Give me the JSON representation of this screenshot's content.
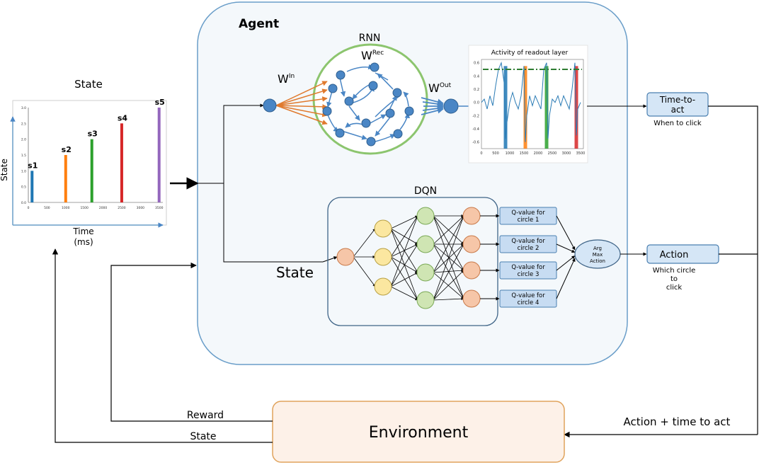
{
  "agent": {
    "title": "Agent"
  },
  "state_panel": {
    "title": "State",
    "ylabel": "State",
    "xlabel_line1": "Time",
    "xlabel_line2": "(ms)",
    "bars": [
      {
        "label": "s1",
        "color": "#1f77b4"
      },
      {
        "label": "s2",
        "color": "#ff7f0e"
      },
      {
        "label": "s3",
        "color": "#2ca02c"
      },
      {
        "label": "s4",
        "color": "#d62728"
      },
      {
        "label": "s5",
        "color": "#9467bd"
      }
    ]
  },
  "rnn": {
    "title": "RNN",
    "w_in": "W",
    "w_in_sup": "In",
    "w_rec": "W",
    "w_rec_sup": "Rec",
    "w_out": "W",
    "w_out_sup": "Out"
  },
  "readout": {
    "title": "Activity of readout layer"
  },
  "dqn": {
    "title": "DQN",
    "state_label": "State",
    "qvalues": [
      {
        "line1": "Q-value for",
        "line2": "circle 1"
      },
      {
        "line1": "Q-value for",
        "line2": "circle 2"
      },
      {
        "line1": "Q-value for",
        "line2": "circle 3"
      },
      {
        "line1": "Q-value for",
        "line2": "circle 4"
      }
    ],
    "argmax": {
      "line1": "Arg",
      "line2": "Max",
      "line3": "Action"
    }
  },
  "outputs": {
    "time_to_act": {
      "line1": "Time-to-",
      "line2": "act",
      "caption": "When to click"
    },
    "action": {
      "label": "Action",
      "caption_line1": "Which circle",
      "caption_line2": "to",
      "caption_line3": "click"
    }
  },
  "environment": {
    "label": "Environment",
    "reward": "Reward",
    "state": "State",
    "action_time": "Action + time to act"
  },
  "chart_data": [
    {
      "type": "bar",
      "categories": [
        "s1",
        "s2",
        "s3",
        "s4",
        "s5"
      ],
      "x": [
        100,
        1000,
        1700,
        2500,
        3500
      ],
      "values": [
        1.0,
        1.5,
        2.0,
        2.5,
        3.0
      ],
      "xlabel": "Time (ms)",
      "ylabel": "State",
      "xlim": [
        0,
        3600
      ],
      "ylim": [
        0,
        3.0
      ],
      "xticks": [
        "0",
        "500",
        "1000",
        "1500",
        "2000",
        "2500",
        "3000",
        "3500"
      ],
      "yticks": [
        "0.0",
        "0.5",
        "1.0",
        "1.5",
        "2.0",
        "2.5",
        "3.0"
      ]
    },
    {
      "type": "line",
      "title": "Activity of readout layer",
      "xlim": [
        0,
        3600
      ],
      "ylim": [
        -0.7,
        0.65
      ],
      "threshold": 0.5,
      "xticks": [
        "0",
        "500",
        "1000",
        "1500",
        "2000",
        "2500",
        "3000",
        "3500"
      ],
      "yticks": [
        "0.6",
        "0.4",
        "0.2",
        "0.0",
        "-0.2",
        "-0.4",
        "-0.6"
      ],
      "spikes": [
        {
          "x": 850,
          "color": "#1f77b4"
        },
        {
          "x": 1550,
          "color": "#ff7f0e"
        },
        {
          "x": 2300,
          "color": "#2ca02c"
        },
        {
          "x": 3350,
          "color": "#d62728"
        }
      ],
      "series": [
        {
          "x": [
            0,
            100,
            200,
            300,
            400,
            500,
            600,
            700,
            800,
            850,
            900,
            1000,
            1100,
            1200,
            1300,
            1400,
            1500,
            1550,
            1600,
            1700,
            1800,
            1900,
            2000,
            2100,
            2200,
            2300,
            2350,
            2400,
            2500,
            2600,
            2700,
            2800,
            2900,
            3000,
            3100,
            3200,
            3300,
            3350,
            3400,
            3500
          ],
          "y": [
            0.0,
            0.05,
            -0.1,
            0.1,
            -0.05,
            0.25,
            0.5,
            0.6,
            0.3,
            -0.55,
            -0.3,
            0.0,
            0.15,
            0.0,
            -0.1,
            0.1,
            0.55,
            -0.6,
            -0.2,
            0.1,
            -0.05,
            0.1,
            0.0,
            -0.1,
            0.5,
            0.6,
            -0.55,
            -0.2,
            0.05,
            0.0,
            0.1,
            -0.05,
            0.1,
            0.0,
            -0.1,
            0.2,
            0.6,
            -0.5,
            -0.1,
            0.0
          ]
        }
      ]
    }
  ]
}
